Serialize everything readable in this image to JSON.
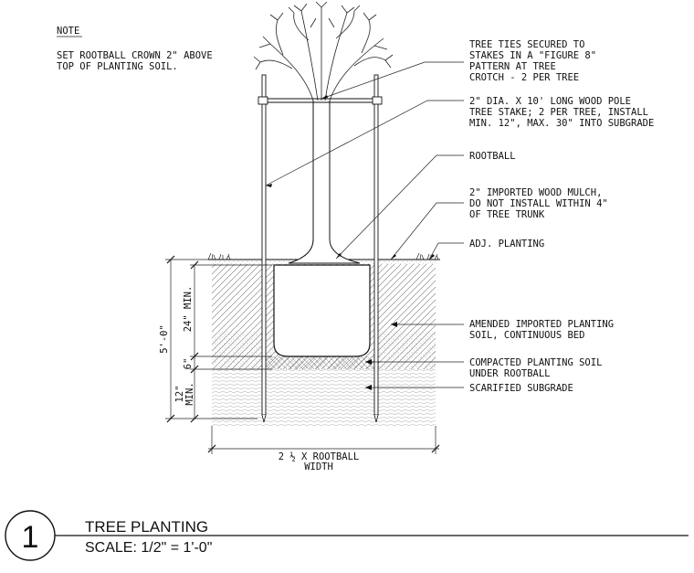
{
  "note": {
    "heading": "NOTE",
    "lines": [
      "SET ROOTBALL CROWN 2\" ABOVE",
      "TOP OF PLANTING SOIL."
    ]
  },
  "callouts": {
    "tree_ties": [
      "TREE TIES SECURED TO",
      "STAKES IN A \"FIGURE 8\"",
      "PATTERN AT TREE",
      "CROTCH - 2 PER TREE"
    ],
    "stake": [
      "2\" DIA. X 10' LONG WOOD POLE",
      "TREE STAKE; 2 PER TREE, INSTALL",
      "MIN. 12\", MAX. 30\" INTO SUBGRADE"
    ],
    "rootball": [
      "ROOTBALL"
    ],
    "mulch": [
      "2\" IMPORTED WOOD MULCH,",
      "DO NOT INSTALL WITHIN 4\"",
      "OF TREE TRUNK"
    ],
    "adj_planting": [
      "ADJ. PLANTING"
    ],
    "amended_soil": [
      "AMENDED IMPORTED PLANTING",
      "SOIL, CONTINUOUS BED"
    ],
    "compacted_soil": [
      "COMPACTED PLANTING SOIL",
      "UNDER ROOTBALL"
    ],
    "subgrade": [
      "SCARIFIED SUBGRADE"
    ]
  },
  "dimensions": {
    "overall": "5'-0\"",
    "depth_24": "24\" MIN.",
    "depth_6": "6\"",
    "depth_12_a": "12\"",
    "depth_12_b": "MIN.",
    "width_line1": "2 ½  X  ROOTBALL",
    "width_line2": "WIDTH"
  },
  "title_block": {
    "number": "1",
    "title": "TREE PLANTING",
    "scale": "SCALE: 1/2\" = 1'-0\""
  }
}
